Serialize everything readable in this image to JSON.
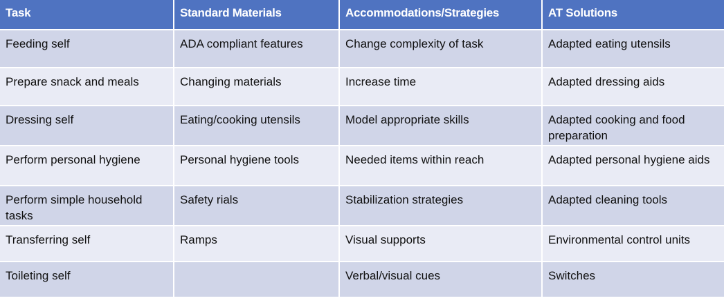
{
  "table": {
    "headers": [
      "Task",
      "Standard Materials",
      "Accommodations/Strategies",
      "AT Solutions"
    ],
    "rows": [
      [
        "Feeding self",
        "ADA compliant features",
        "Change complexity of task",
        "Adapted eating utensils"
      ],
      [
        "Prepare snack and meals",
        "Changing materials",
        "Increase time",
        "Adapted dressing aids"
      ],
      [
        "Dressing self",
        "Eating/cooking utensils",
        "Model appropriate skills",
        "Adapted cooking and food preparation"
      ],
      [
        "Perform personal hygiene",
        "Personal hygiene tools",
        "Needed items within reach",
        "Adapted personal hygiene aids"
      ],
      [
        "Perform simple household tasks",
        "Safety rials",
        "Stabilization strategies",
        "Adapted cleaning tools"
      ],
      [
        "Transferring self",
        "Ramps",
        "Visual supports",
        "Environmental control units"
      ],
      [
        "Toileting self",
        "",
        "Verbal/visual cues",
        "Switches"
      ]
    ]
  },
  "colors": {
    "header_bg": "#4f73c1",
    "row_dark": "#d0d5e8",
    "row_light": "#e9ebf5"
  }
}
